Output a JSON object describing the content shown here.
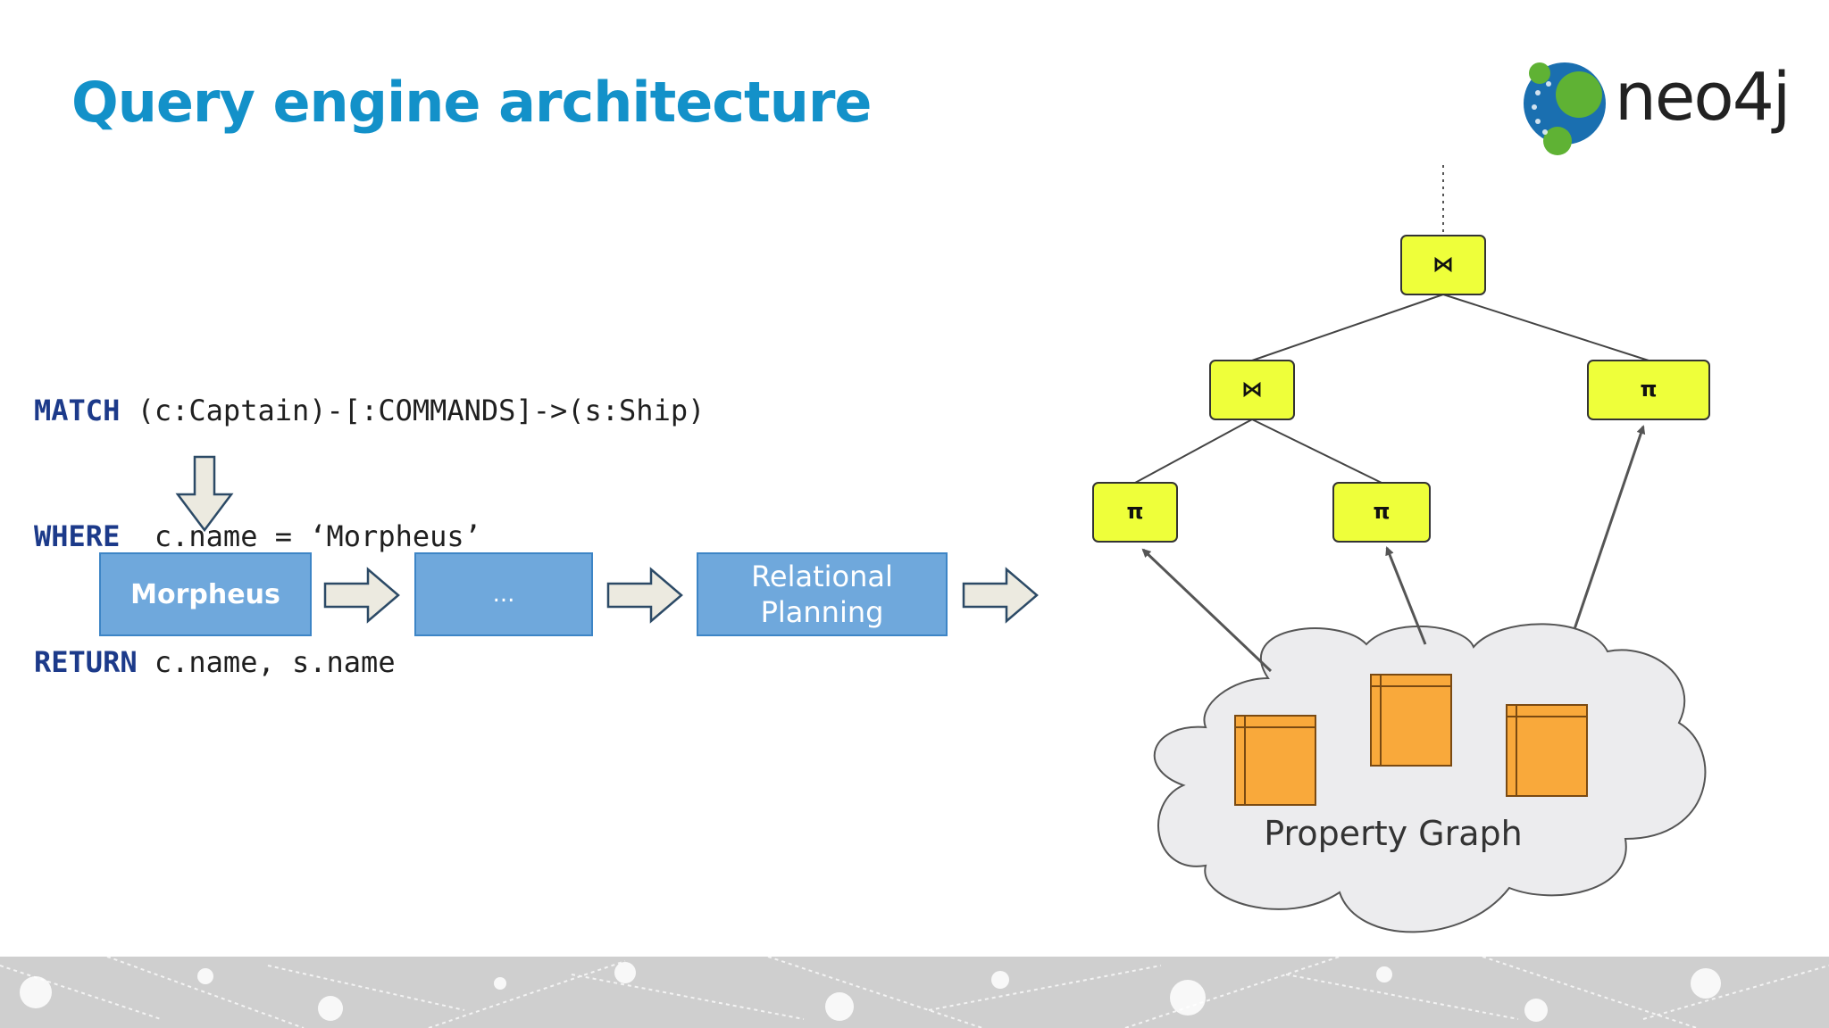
{
  "slide": {
    "title": "Query engine architecture",
    "logo_text": "neo4j"
  },
  "query": {
    "lines": [
      {
        "keyword": "MATCH",
        "text": " (c:Captain)-[:COMMANDS]->(s:Ship)"
      },
      {
        "keyword": "WHERE",
        "text": "  c.name = ‘Morpheus’"
      },
      {
        "keyword": "RETURN",
        "text": " c.name, s.name"
      }
    ]
  },
  "pipeline": {
    "stages": [
      "Morpheus",
      "...",
      "Relational Planning"
    ],
    "stage_relational_line1": "Relational",
    "stage_relational_line2": "Planning"
  },
  "plan_tree": {
    "join_symbol": "⋈",
    "project_symbol": "π",
    "root": "⋈",
    "left_join": "⋈",
    "right_project": "π",
    "left_left_project": "π",
    "left_right_project": "π"
  },
  "graph": {
    "label": "Property Graph"
  },
  "colors": {
    "title": "#1391c9",
    "keyword": "#1c3a8a",
    "stage_fill": "#6fa8dc",
    "stage_border": "#3d85c6",
    "operator_fill": "#eeff3a",
    "table_fill": "#f9a93b",
    "cloud_fill": "#ececee",
    "logo_blue": "#1a6fb0",
    "logo_green": "#5fb234"
  }
}
